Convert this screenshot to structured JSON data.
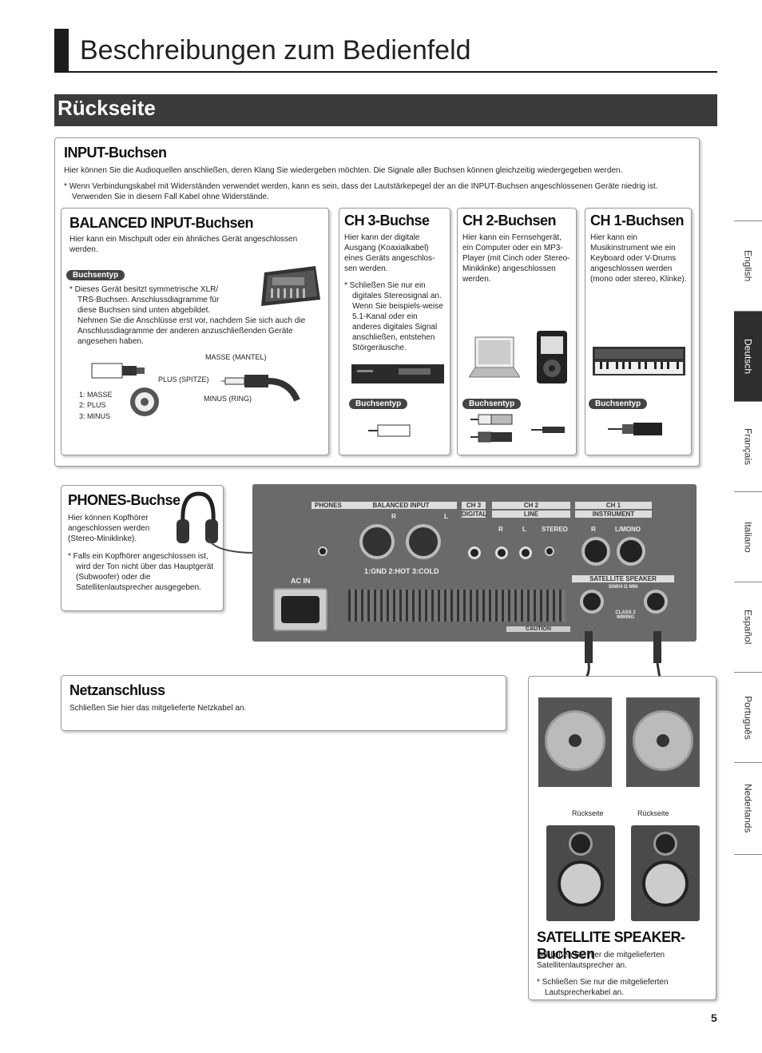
{
  "page_title": "Beschreibungen zum Bedienfeld",
  "section_title": "Rückseite",
  "input": {
    "title": "INPUT-Buchsen",
    "text": "Hier können Sie die Audioquellen anschließen, deren Klang Sie wiedergeben möchten. Die Signale aller Buchsen können gleichzeitig wiedergegeben werden.",
    "note": "*  Wenn Verbindungskabel mit Widerständen verwendet werden, kann es sein, dass der Lautstärkepegel der an die INPUT-Buchsen angeschlossenen Geräte niedrig ist. Verwenden Sie in diesem Fall Kabel ohne Widerstände."
  },
  "balanced": {
    "title": "BALANCED INPUT-Buchsen",
    "text": "Hier kann ein Mischpult oder ein ähnliches Gerät angeschlossen werden.",
    "badge": "Buchsentyp",
    "note": "*  Dieses Gerät besitzt symmetrische XLR/ TRS-Buchsen. Anschlussdiagramme für diese Buchsen sind unten abgebildet.",
    "note2": "Nehmen Sie die Anschlüsse erst vor, nachdem Sie sich auch die Anschlussdiagramme der anderen anzuschließenden Geräte angesehen haben.",
    "masse_mantel": "MASSE (MANTEL)",
    "plus_spitze": "PLUS (SPITZE)",
    "minus_ring": "MINUS (RING)",
    "pin1": "1: MASSE",
    "pin2": "2: PLUS",
    "pin3": "3: MINUS"
  },
  "ch3": {
    "title": "CH 3-Buchse",
    "text": "Hier kann der digitale Ausgang (Koaxialkabel) eines Geräts angeschlos-sen werden.",
    "note": "*  Schließen Sie nur ein digitales Stereosignal an. Wenn Sie beispiels-weise 5.1-Kanal oder ein anderes digitales Signal anschließen, entstehen Störgeräusche.",
    "badge": "Buchsentyp"
  },
  "ch2": {
    "title": "CH 2-Buchsen",
    "text": "Hier kann ein Fernsehgerät, ein Computer oder ein MP3-Player (mit Cinch oder Stereo-Miniklinke) angeschlossen werden.",
    "badge": "Buchsentyp"
  },
  "ch1": {
    "title": "CH 1-Buchsen",
    "text": "Hier kann ein Musikinstrument wie ein Keyboard oder V-Drums angeschlossen werden (mono oder stereo, Klinke).",
    "badge": "Buchsentyp"
  },
  "phones": {
    "title": "PHONES-Buchse",
    "text": "Hier können Kopfhörer angeschlossen werden (Stereo-Miniklinke).",
    "note": "*  Falls ein Kopfhörer angeschlossen ist, wird der Ton nicht über das Hauptgerät (Subwoofer) oder die Satellitenlautsprecher ausgegeben."
  },
  "netz": {
    "title": "Netzanschluss",
    "text": "Schließen Sie hier das mitgelieferte Netzkabel an."
  },
  "satellite": {
    "title": "SATELLITE SPEAKER-Buchsen",
    "text": "Schließen Sie hier die mitgelieferten Satellitenlautsprecher an.",
    "note": "*  Schließen Sie nur die mitgelieferten Lautsprecherkabel an.",
    "rueck_left": "Rückseite",
    "rueck_right": "Rückseite"
  },
  "panel": {
    "phones": "PHONES",
    "balanced_input": "BALANCED INPUT",
    "ch3": "CH 3",
    "digital": "DIGITAL",
    "ch2": "CH 2",
    "line": "LINE",
    "ch1": "CH 1",
    "instrument": "INSTRUMENT",
    "r": "R",
    "l": "L",
    "stereo": "STEREO",
    "lmono": "L/MONO",
    "pins": "1:GND  2:HOT  3:COLD",
    "acin": "AC IN",
    "satellite_speaker": "SATELLITE SPEAKER",
    "ohm": "50W/4 Ω MIN",
    "class2": "CLASS 2 WIRING",
    "caution": "CAUTION"
  },
  "tabs": [
    "English",
    "Deutsch",
    "Français",
    "Italiano",
    "Español",
    "Português",
    "Nederlands"
  ],
  "page_number": "5"
}
